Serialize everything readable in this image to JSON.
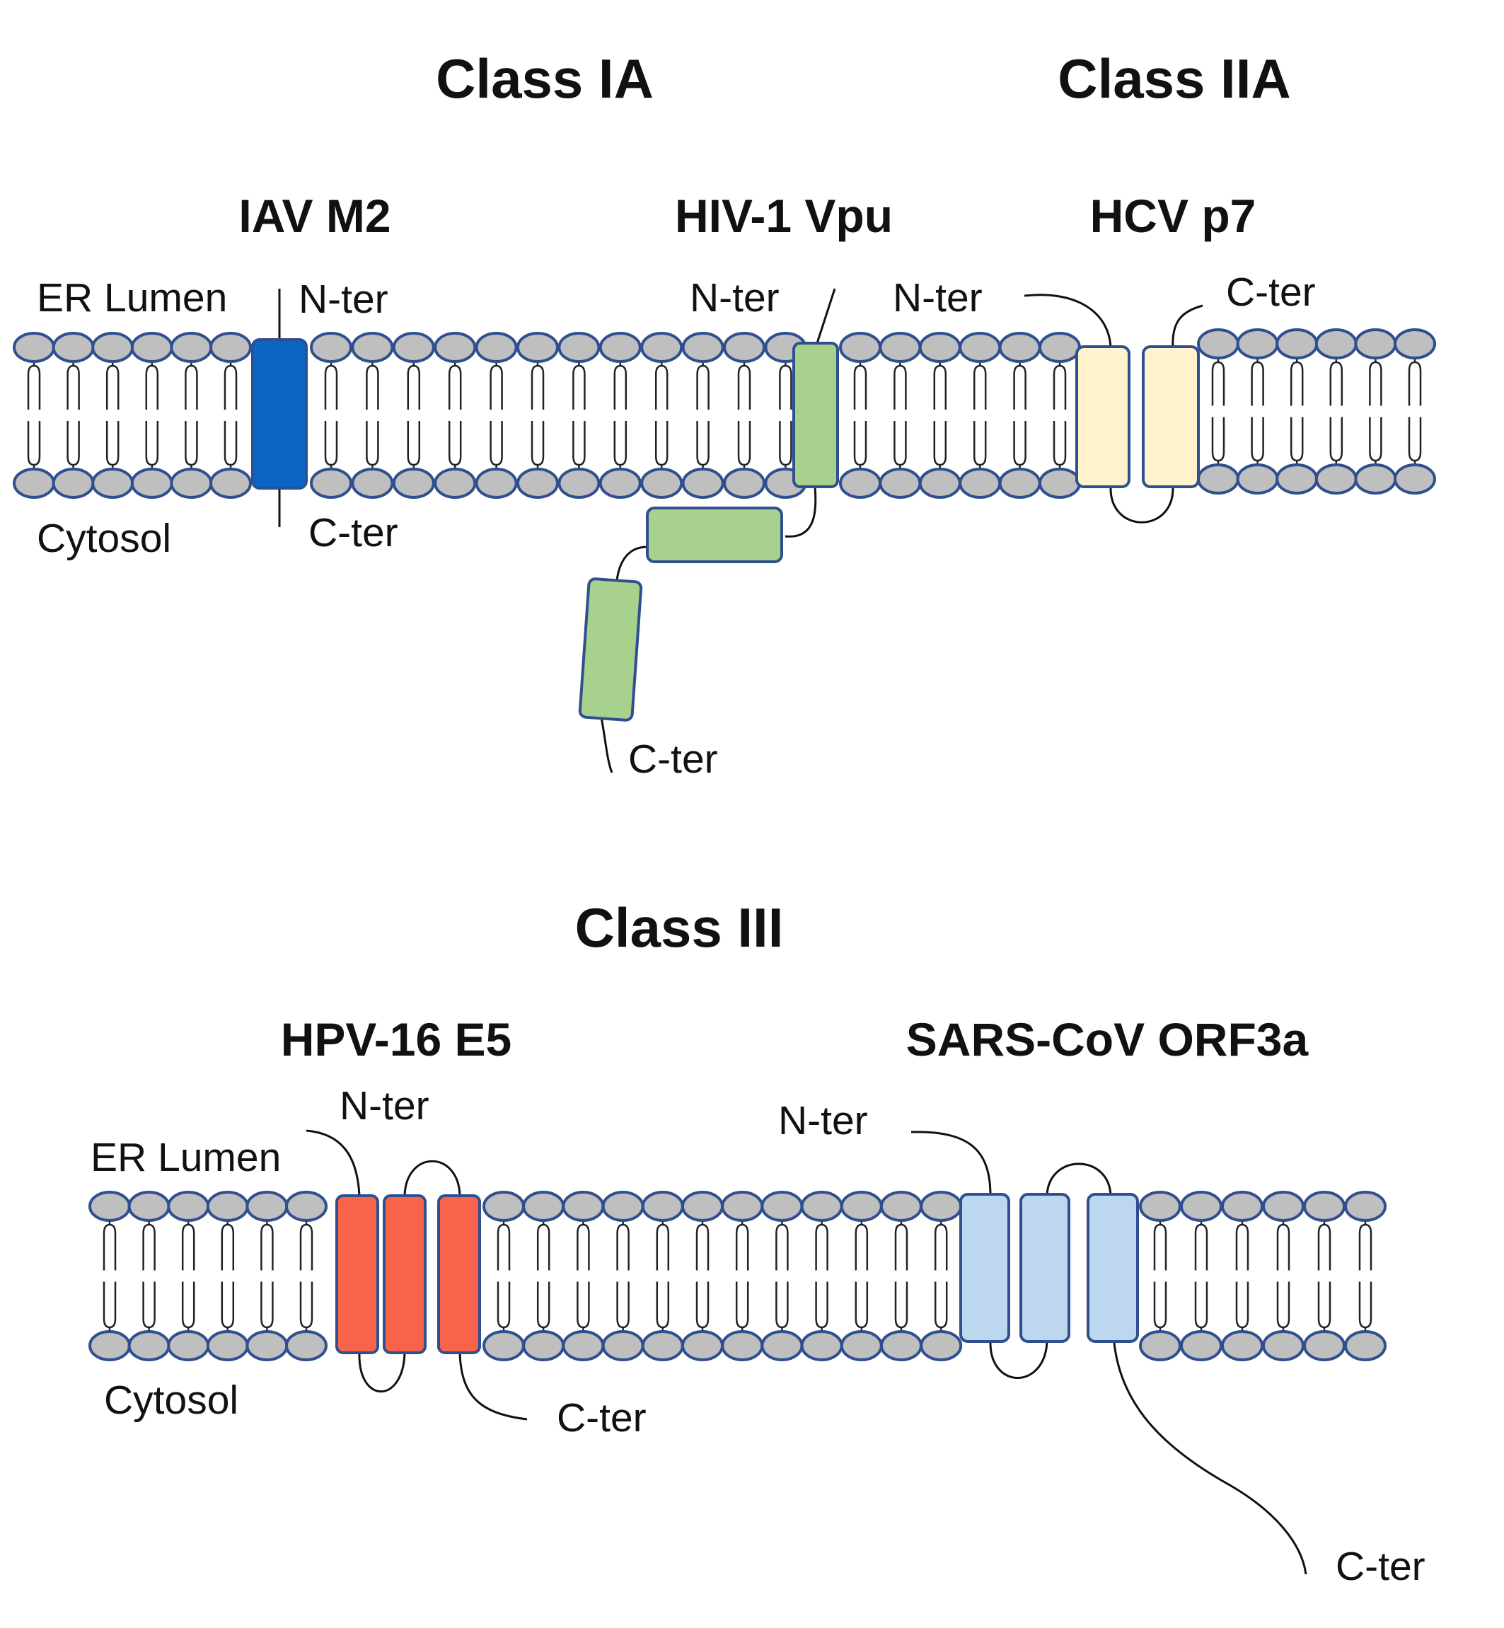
{
  "titles": {
    "class_ia": "Class IA",
    "class_iia": "Class IIA",
    "class_iii": "Class III"
  },
  "proteins": {
    "iav_m2": "IAV M2",
    "hiv_vpu": "HIV-1 Vpu",
    "hcv_p7": "HCV p7",
    "hpv_e5": "HPV-16 E5",
    "sars_orf3a": "SARS-CoV ORF3a"
  },
  "labels": {
    "er_lumen": "ER Lumen",
    "cytosol": "Cytosol",
    "n_ter": "N-ter",
    "c_ter": "C-ter"
  },
  "colors": {
    "iav_m2": "#0a66c2",
    "hiv_vpu": "#a9d18e",
    "hcv_p7": "#fff2cc",
    "hpv_e5": "#f8644a",
    "sars_orf3a": "#bdd7ee",
    "lipid_head": "#bfbfbf",
    "outline": "#2f4f8f"
  }
}
